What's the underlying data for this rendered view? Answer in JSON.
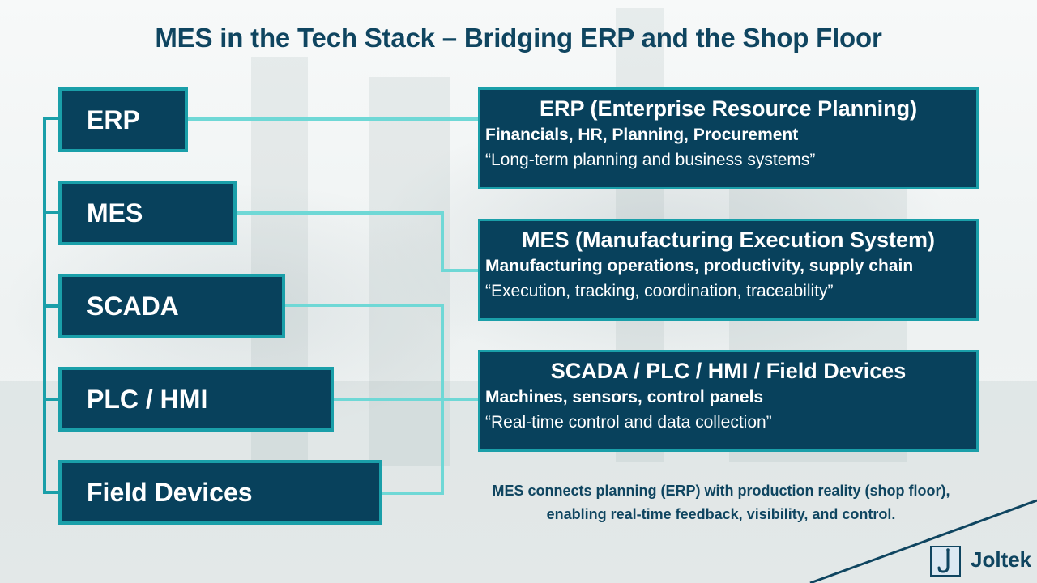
{
  "title": "MES in the Tech Stack – Bridging ERP and the Shop Floor",
  "layers": [
    {
      "label": "ERP"
    },
    {
      "label": "MES"
    },
    {
      "label": "SCADA"
    },
    {
      "label": "PLC / HMI"
    },
    {
      "label": "Field Devices"
    }
  ],
  "panels": [
    {
      "title": "ERP (Enterprise Resource Planning)",
      "subtitle": "Financials, HR, Planning, Procurement",
      "quote": "“Long-term planning and business systems”"
    },
    {
      "title": "MES (Manufacturing Execution System)",
      "subtitle": "Manufacturing operations, productivity, supply chain",
      "quote": "“Execution, tracking, coordination, traceability”"
    },
    {
      "title": "SCADA / PLC / HMI / Field Devices",
      "subtitle": "Machines, sensors, control panels",
      "quote": "“Real-time control and data collection”"
    }
  ],
  "summary": "MES connects planning (ERP) with production reality (shop floor), enabling real-time feedback, visibility, and control.",
  "brand": {
    "name": "Joltek",
    "logo_icon": "j-letter-logo-icon"
  },
  "colors": {
    "box_fill": "#08415c",
    "box_border": "#1a9fa9",
    "connector": "#6fd8d6",
    "title": "#0f4560"
  }
}
